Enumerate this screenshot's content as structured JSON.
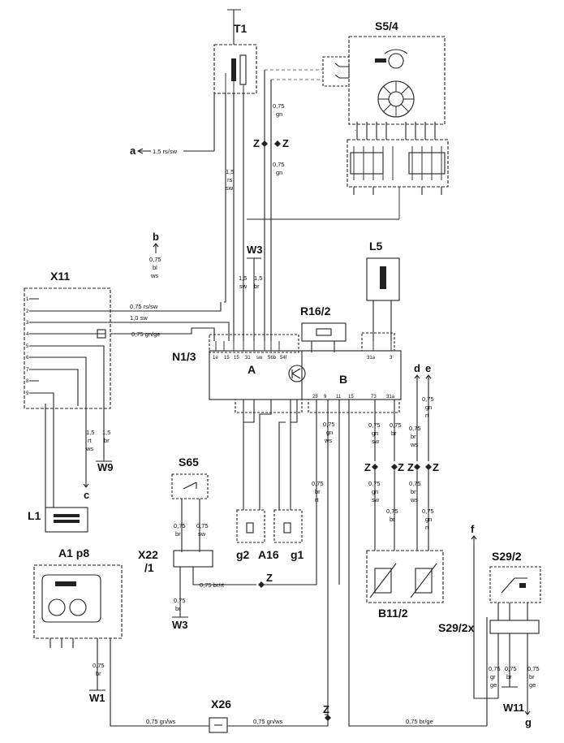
{
  "components": {
    "T1": "T1",
    "S5_4": "S5/4",
    "X11": "X11",
    "L5": "L5",
    "R16_2": "R16/2",
    "N1_3": "N1/3",
    "N1_3_A": "A",
    "N1_3_B": "B",
    "S65": "S65",
    "L1": "L1",
    "X22_1_a": "X22",
    "X22_1_b": "/1",
    "g2": "g2",
    "A16": "A16",
    "g1": "g1",
    "B11_2": "B11/2",
    "A1p8": "A1 p8",
    "S29_2": "S29/2",
    "S29_2x": "S29/2x",
    "X26": "X26"
  },
  "grounds": {
    "W3_top": "W3",
    "W9": "W9",
    "W3_bottom": "W3",
    "W1": "W1",
    "W11": "W11"
  },
  "references": {
    "a_left": "a",
    "b_top": "b",
    "c": "c",
    "d": "d",
    "e": "e",
    "f": "f",
    "g": "g",
    "z": "Z"
  },
  "wires": {
    "a_line": "1,5 rs/sw",
    "x11_w1": "0,75 rs/sw",
    "x11_w2": "1,0 sw",
    "x11_w3": "0,75 gn/ge",
    "gn_top_a": "0,75",
    "gn_top_b": "gn",
    "gn_mid_a": "0,75",
    "gn_mid_b": "gn",
    "rs_sw_a": "1,5",
    "rs_sw_b": "rs",
    "rs_sw_c": "sw",
    "b_a": "0,75",
    "b_b": "bl",
    "b_c": "ws",
    "sw_a": "1,5",
    "sw_b": "sw",
    "br_a": "1,5",
    "br_b": "br",
    "rtws_a": "1,5",
    "rtws_b": "rt",
    "rtws_c": "ws",
    "w9br_a": "1,5",
    "w9br_b": "br",
    "gnws_a": "0,75",
    "gnws_b": "gn",
    "gnws_c": "ws",
    "brrt_a": "0,75",
    "brrt_b": "br",
    "brrt_c": "rt",
    "gnsw_a": "0,75",
    "gnsw_b": "gn",
    "gnsw_c": "sw",
    "b_br_a": "0,75",
    "b_br_b": "br",
    "d_brws_a": "0,75",
    "d_brws_b": "br",
    "d_brws_c": "ws",
    "e_gnrt_a": "0,75",
    "e_gnrt_b": "gn",
    "e_gnrt_c": "rt",
    "l_gnsw_a": "0,75",
    "l_gnsw_b": "gn",
    "l_gnsw_c": "sw",
    "l_br_a": "0,75",
    "l_br_b": "br",
    "l_brws_a": "0,75",
    "l_brws_b": "br",
    "l_brws_c": "ws",
    "l_gnrt_a": "0,75",
    "l_gnrt_b": "gn",
    "l_gnrt_c": "rt",
    "s65_br_a": "0,75",
    "s65_br_b": "br",
    "s65_sw_a": "0,75",
    "s65_sw_b": "sw",
    "x22_line": "0,75 br/rt",
    "x22_br_a": "0,75",
    "x22_br_b": "br",
    "a1_br_a": "0,75",
    "a1_br_b": "br",
    "x26_left": "0,75 gn/ws",
    "x26_right": "0,75 gn/ws",
    "bottom_brge": "0,75 br/ge",
    "s29_grge_a": "0,75",
    "s29_grge_b": "gr",
    "s29_grge_c": "ge",
    "s29_br_a": "0,75",
    "s29_br_b": "br",
    "s29_brge_a": "0,75",
    "s29_brge_b": "br",
    "s29_brge_c": "ge"
  },
  "pins": {
    "n13_a": [
      "1e",
      "15",
      "15",
      "31",
      "sw",
      "56b",
      "54f"
    ],
    "n13_b": [
      "31a",
      "3"
    ],
    "n13_bottom": [
      "28",
      "9",
      "11",
      "15",
      "73",
      "31a"
    ]
  }
}
